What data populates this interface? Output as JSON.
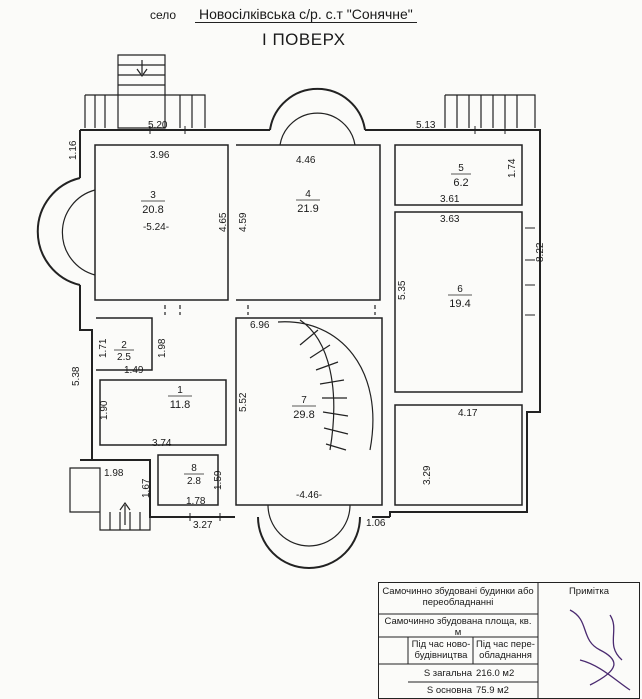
{
  "header": {
    "village_label": "село",
    "village_value": "Новосілківська с/р. с.т \"Сонячне\"",
    "floor_title": "І ПОВЕРХ"
  },
  "rooms": [
    {
      "id": "3",
      "number": "3",
      "area": "20.8",
      "extra": "-5.24-"
    },
    {
      "id": "4",
      "number": "4",
      "area": "21.9"
    },
    {
      "id": "5",
      "number": "5",
      "area": "6.2"
    },
    {
      "id": "6",
      "number": "6",
      "area": "19.4"
    },
    {
      "id": "2",
      "number": "2",
      "area": "2.5"
    },
    {
      "id": "1",
      "number": "1",
      "area": "11.8"
    },
    {
      "id": "7",
      "number": "7",
      "area": "29.8"
    },
    {
      "id": "8",
      "number": "8",
      "area": "2.8"
    }
  ],
  "dimensions": {
    "d_5_20": "5.20",
    "d_3_96": "3.96",
    "d_1_16": "1.16",
    "d_4_46_top": "4.46",
    "d_5_13": "5.13",
    "d_1_74": "1.74",
    "d_3_61": "3.61",
    "d_3_63": "3.63",
    "d_4_65": "4.65",
    "d_4_59": "4.59",
    "d_8_22": "8.22",
    "d_5_35": "5.35",
    "d_6_96": "6.96",
    "d_1_71": "1.71",
    "d_1_98_a": "1.98",
    "d_1_49": "1.49",
    "d_5_38": "5.38",
    "d_1_90": "1.90",
    "d_5_52": "5.52",
    "d_4_17": "4.17",
    "d_3_74": "3.74",
    "d_1_98_b": "1.98",
    "d_1_67": "1.67",
    "d_1_59": "1.59",
    "d_1_78": "1.78",
    "d_3_27": "3.27",
    "d_4_46_bottom": "-4.46-",
    "d_1_06": "1.06",
    "d_3_29": "3.29"
  },
  "table": {
    "col1_header": "Самочинно збудовані будинки або переобладнанні",
    "col2_header": "Примітка",
    "subheader": "Самочинно збудована площа, кв. м",
    "sub_a": "Під час ново-будівництва",
    "sub_b": "Під час пере-обладнання",
    "row1_label": "S загальна",
    "row1_value": "216.0 м2",
    "row2_label": "S основна",
    "row2_value": "75.9 м2"
  }
}
